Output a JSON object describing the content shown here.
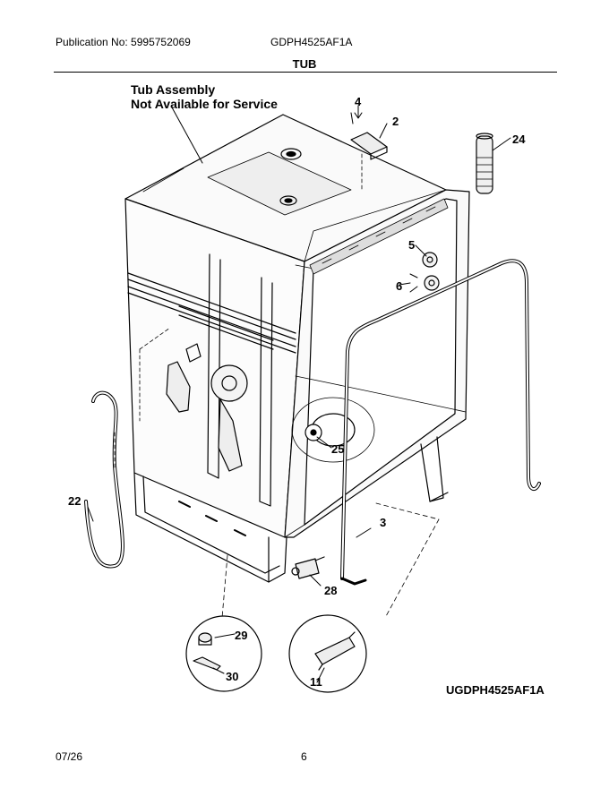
{
  "header": {
    "publication": "Publication No: 5995752069",
    "model": "GDPH4525AF1A"
  },
  "title": "TUB",
  "note": {
    "line1": "Tub Assembly",
    "line2": "Not Available for Service"
  },
  "callouts": {
    "c2": "2",
    "c3": "3",
    "c4": "4",
    "c5": "5",
    "c6": "6",
    "c11": "11",
    "c22": "22",
    "c24": "24",
    "c25": "25",
    "c28": "28",
    "c29": "29",
    "c30": "30"
  },
  "diagram_code": "UGDPH4525AF1A",
  "footer": {
    "date": "07/26",
    "page": "6"
  }
}
